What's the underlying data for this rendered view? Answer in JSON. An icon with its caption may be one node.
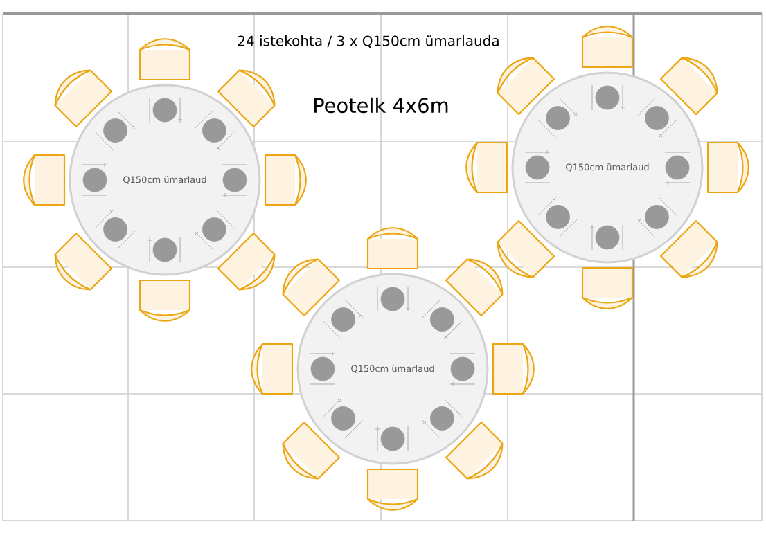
{
  "diagram": {
    "title": "Peotelk 4x6m",
    "nodes": [
      {
        "text": [
          "Q150cm ümarlaud"
        ]
      },
      {
        "text": [
          "Q150cm ümarlaud"
        ]
      },
      {
        "text": [
          "Q150cm ümarlaud"
        ]
      }
    ],
    "labels": [
      "24 istekohta / 3 x Q150cm ümarlauda"
    ]
  }
}
